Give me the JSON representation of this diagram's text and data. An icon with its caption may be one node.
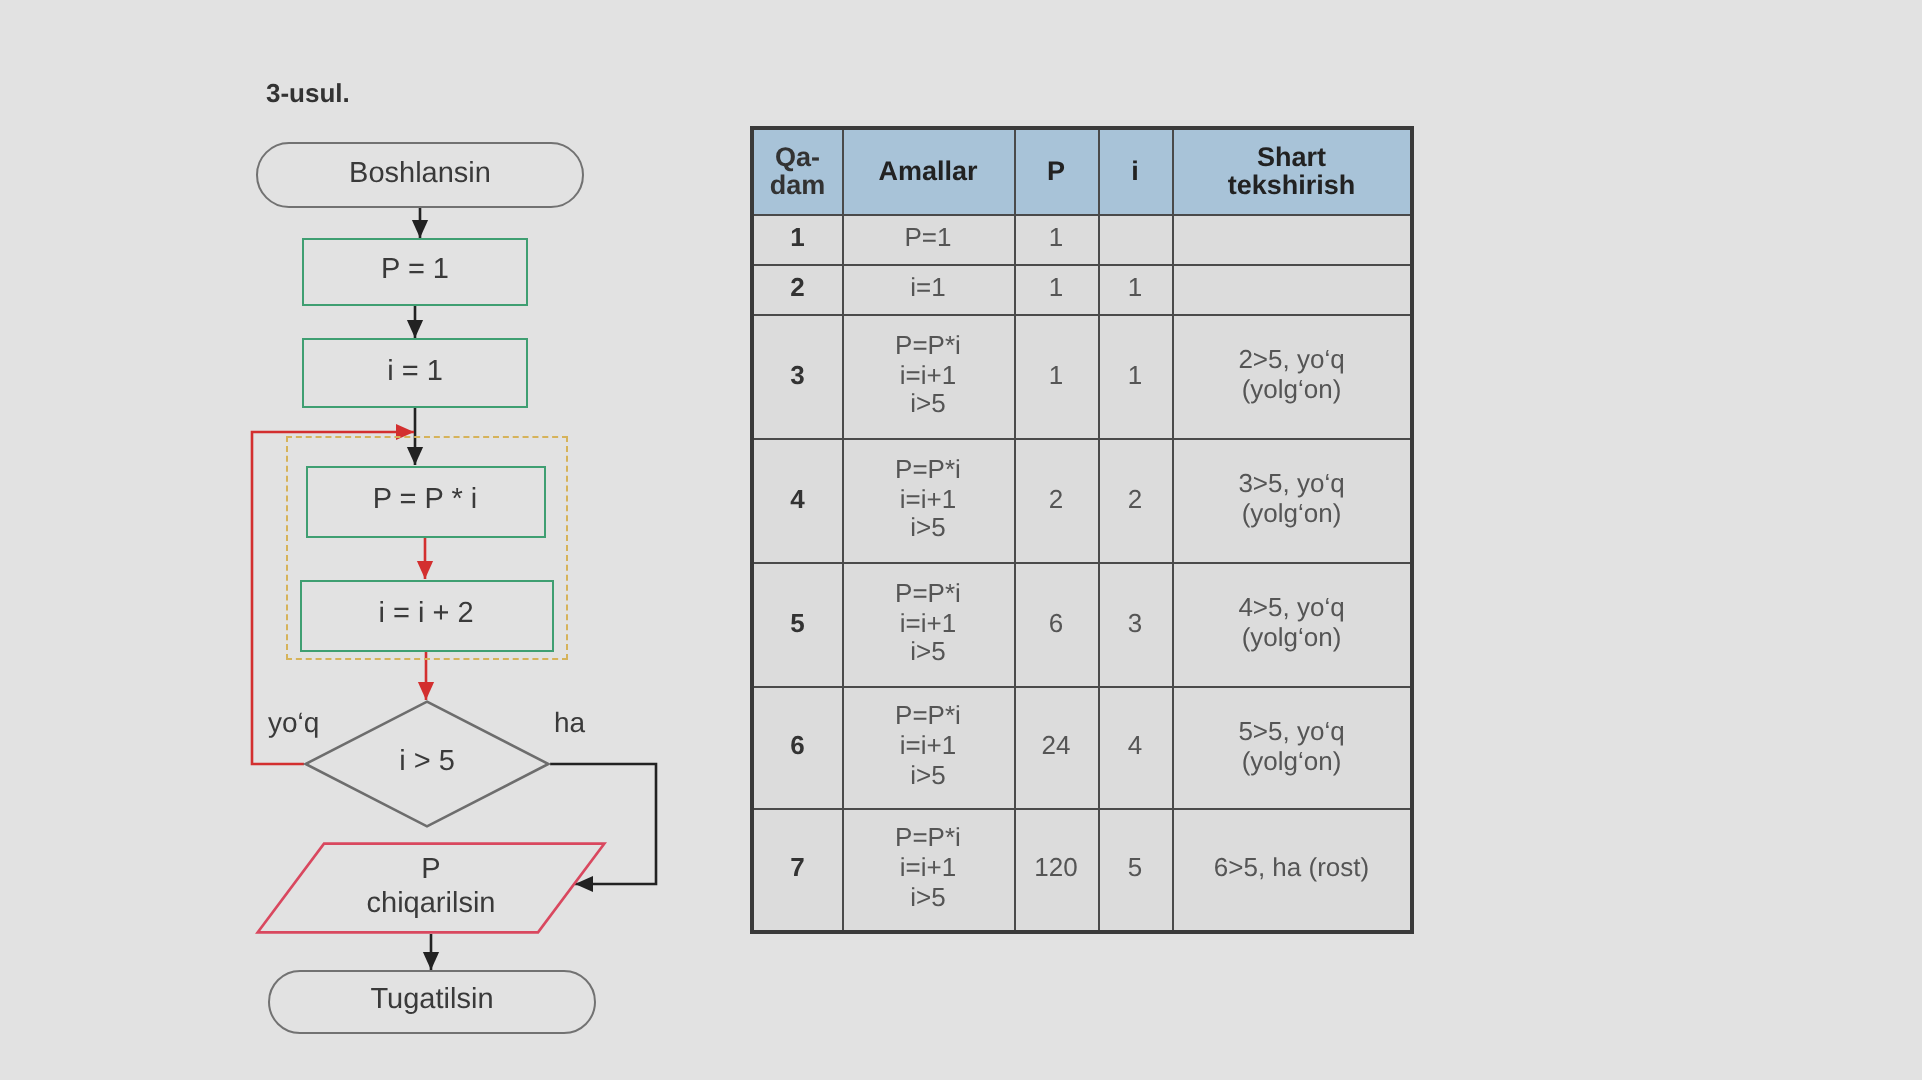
{
  "diagram": {
    "title": "3-usul.",
    "nodes": [
      {
        "text": [
          "Boshlansin"
        ]
      },
      {
        "text": [
          "P = 1"
        ]
      },
      {
        "text": [
          "i = 1"
        ]
      },
      {
        "text": [],
        "shape": "box"
      },
      {
        "text": [
          "P = P * i"
        ],
        "in": 3
      },
      {
        "text": [
          "i = i + 2"
        ],
        "in": 3
      },
      {
        "text": [
          "i > 5"
        ]
      },
      {
        "text": [
          "P chiqarilsin"
        ]
      },
      {
        "text": [
          "Tugatilsin"
        ]
      }
    ],
    "edges": [
      {
        "from": 0,
        "to": 1,
        "arrow": "to"
      },
      {
        "from": 1,
        "to": 2,
        "arrow": "to"
      },
      {
        "from": 2,
        "to": 4,
        "arrow": "to"
      },
      {
        "from": 4,
        "to": 5,
        "arrow": "to",
        "color": "#d32f2f"
      },
      {
        "from": 5,
        "to": 6,
        "arrow": "to",
        "color": "#d32f2f"
      },
      {
        "from": 6,
        "to": 3,
        "arrow": "to",
        "label": "yo‘q",
        "color": "#d32f2f"
      },
      {
        "from": 6,
        "to": 7,
        "arrow": "to",
        "label": "ha"
      },
      {
        "from": 7,
        "to": 8,
        "arrow": "to"
      }
    ],
    "labels": [
      "Qa- dam",
      "Amallar",
      "P",
      "i",
      "Shart tekshirish",
      "1",
      "P=1",
      "1",
      "2",
      "i=1",
      "1",
      "1",
      "3",
      "P=P*i i=i+1 i>5",
      "1",
      "1",
      "2>5, yo‘q (yolg‘on)",
      "4",
      "P=P*i i=i+1 i>5",
      "2",
      "2",
      "3>5, yo‘q (yolg‘on)",
      "5",
      "P=P*i i=i+1 i>5",
      "6",
      "3",
      "4>5, yo‘q (yolg‘on)",
      "6",
      "P=P*i i=i+1 i>5",
      "24",
      "4",
      "5>5, yo‘q (yolg‘on)",
      "7",
      "P=P*i i=i+1 i>5",
      "120",
      "5",
      "6>5, ha (rost)"
    ]
  }
}
